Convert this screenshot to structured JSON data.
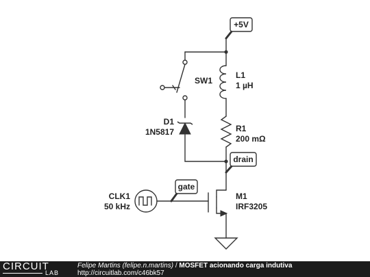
{
  "nets": {
    "vcc": "+5V",
    "drain": "drain",
    "gate": "gate"
  },
  "components": {
    "inductor": {
      "ref": "L1",
      "value": "1 µH"
    },
    "resistor": {
      "ref": "R1",
      "value": "200 mΩ"
    },
    "switch": {
      "ref": "SW1"
    },
    "diode": {
      "ref": "D1",
      "value": "1N5817"
    },
    "mosfet": {
      "ref": "M1",
      "value": "IRF3205"
    },
    "clock": {
      "ref": "CLK1",
      "value": "50 kHz"
    }
  },
  "footer": {
    "logo_top": "CIRCUIT",
    "logo_bottom": "LAB",
    "author": "Felipe Martins (felipe.n.martins)",
    "separator": " / ",
    "title": "MOSFET acionando carga indutiva",
    "url": "http://circuitlab.com/c46bk57"
  }
}
